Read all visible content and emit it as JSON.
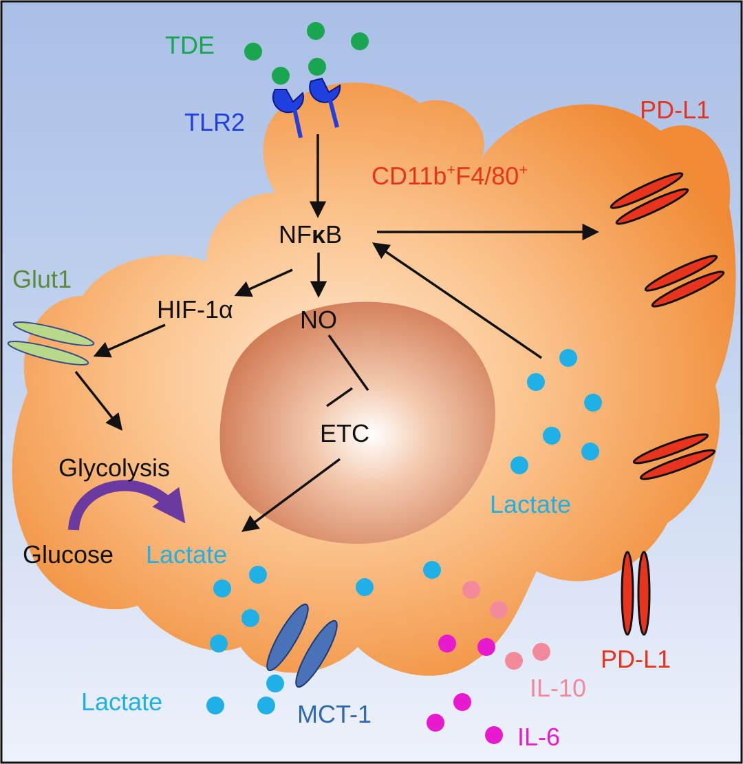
{
  "labels": {
    "tde": "TDE",
    "tlr2": "TLR2",
    "pdl1_top": "PD-L1",
    "cd11b_main": "CD11b",
    "cd11b_sup1": "+",
    "cd11b_f480": "F4/80",
    "cd11b_sup2": "+",
    "nf": "NF",
    "kappa": "κ",
    "b": "B",
    "glut1": "Glut1",
    "hif": "HIF-1α",
    "no": "NO",
    "etc": "ETC",
    "glycolysis": "Glycolysis",
    "glucose": "Glucose",
    "lactate_inner": "Lactate",
    "lactate_right": "Lactate",
    "lactate_bottom": "Lactate",
    "mct1": "MCT-1",
    "il10": "IL-10",
    "il6": "IL-6",
    "pdl1_bottom": "PD-L1"
  },
  "colors": {
    "tde": "#1aa651",
    "tlr2": "#1f3fe0",
    "pdl1": "#e8341c",
    "glut1": "#5a8a3c",
    "lactate": "#1fb0e8",
    "mct1": "#2d68b0",
    "il10": "#f28a9c",
    "il6": "#e81ad0",
    "glycolysis_arrow": "#6a3aa0",
    "cell": "#f59a4c",
    "nucleus": "#d8805a"
  }
}
